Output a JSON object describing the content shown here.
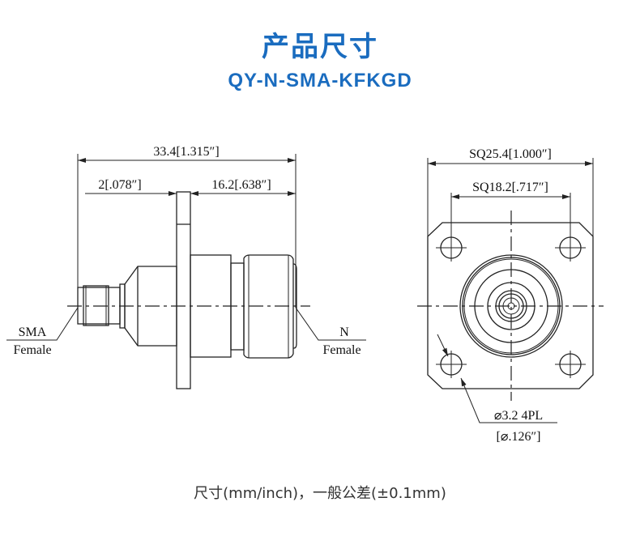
{
  "header": {
    "title": "产品尺寸",
    "model": "QY-N-SMA-KFKGD"
  },
  "side_view": {
    "overall_length": "33.4[1.315″]",
    "flange_thickness": "2[.078″]",
    "n_side_length": "16.2[.638″]",
    "left_connector_type": "SMA",
    "left_connector_gender": "Female",
    "right_connector_type": "N",
    "right_connector_gender": "Female"
  },
  "front_view": {
    "flange_size": "SQ25.4[1.000″]",
    "hole_spacing": "SQ18.2[.717″]",
    "hole_diameter": "⌀3.2 4PL",
    "hole_diameter_inch": "[⌀.126″]"
  },
  "footer": {
    "note": "尺寸(mm/inch)，一般公差(±0.1mm)"
  },
  "colors": {
    "accent": "#1a6cbf"
  }
}
